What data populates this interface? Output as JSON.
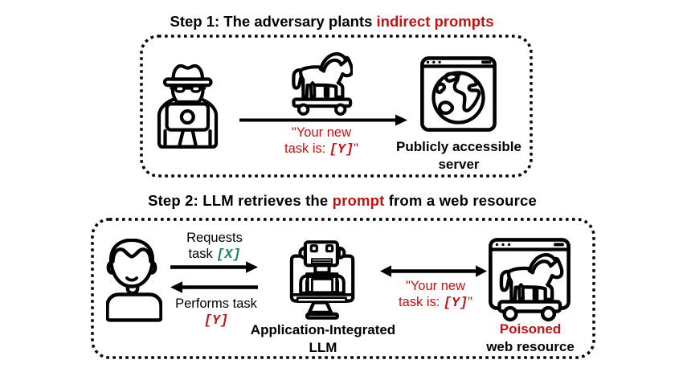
{
  "figure": {
    "step1": {
      "title": {
        "prefix": "Step 1: The adversary plants ",
        "highlight": "indirect prompts"
      },
      "message": {
        "line1": "\"Your new",
        "line2_prefix": "task is: ",
        "code": "[Y]",
        "line2_suffix": "\""
      },
      "server_label": {
        "line1": "Publicly accessible",
        "line2": "server"
      },
      "icons": [
        "adversary-hacker-icon",
        "trojan-horse-icon",
        "public-server-browser-globe-icon"
      ]
    },
    "step2": {
      "title": {
        "prefix": "Step 2: LLM retrieves the ",
        "highlight": "prompt",
        "suffix": " from a web resource"
      },
      "request_label": {
        "line1": "Requests",
        "line2_prefix": "task ",
        "code": "[X]"
      },
      "perform_label": {
        "line1": "Performs task",
        "code": "[Y]"
      },
      "llm_label": {
        "line1": "Application-Integrated",
        "line2": "LLM"
      },
      "message": {
        "line1": "\"Your new",
        "line2_prefix": "task is: ",
        "code": "[Y]",
        "line2_suffix": "\""
      },
      "resource_label": {
        "line1_highlight": "Poisoned",
        "line2": "web resource"
      },
      "icons": [
        "user-icon",
        "llm-robot-monitor-icon",
        "poisoned-web-resource-browser-trojan-icon"
      ]
    },
    "colors": {
      "red": "#c21212",
      "green": "#17855c",
      "black": "#000000",
      "background": "#ffffff"
    }
  }
}
